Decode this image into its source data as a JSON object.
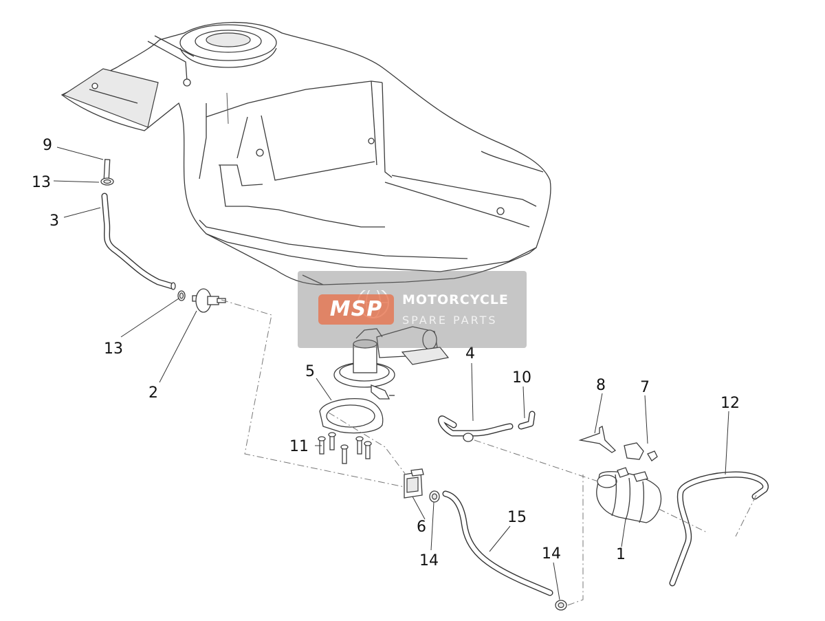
{
  "watermark": {
    "badge": "MSP",
    "title": "MOTORCYCLE",
    "subtitle": "SPARE PARTS"
  },
  "labels": {
    "p1": "1",
    "p2": "2",
    "p3": "3",
    "p4": "4",
    "p5": "5",
    "p6": "6",
    "p7": "7",
    "p8": "8",
    "p9": "9",
    "p10": "10",
    "p11": "11",
    "p12": "12",
    "p13a": "13",
    "p13b": "13",
    "p14a": "14",
    "p14b": "14",
    "p15": "15"
  }
}
